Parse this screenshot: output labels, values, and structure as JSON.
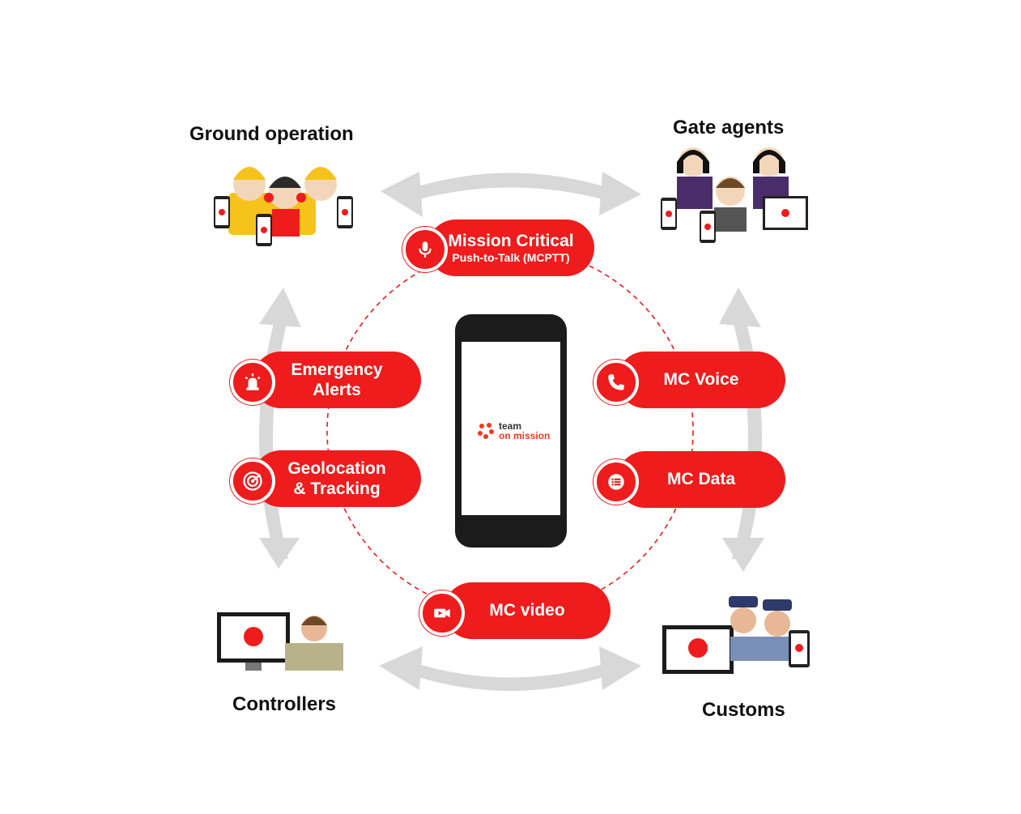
{
  "groups": {
    "ground": "Ground operation",
    "gate": "Gate agents",
    "controllers": "Controllers",
    "customs": "Customs"
  },
  "features": {
    "mcptt_line1": "Mission Critical",
    "mcptt_line2": "Push-to-Talk (MCPTT)",
    "emergency_line1": "Emergency",
    "emergency_line2": "Alerts",
    "geo_line1": "Geolocation",
    "geo_line2": "& Tracking",
    "voice": "MC Voice",
    "data": "MC Data",
    "video": "MC video"
  },
  "brand": {
    "line1": "team",
    "line2": "on mission"
  },
  "icons": [
    "microphone-icon",
    "siren-icon",
    "radar-icon",
    "phone-icon",
    "list-icon",
    "video-camera-icon",
    "brand-logo-icon"
  ],
  "colors": {
    "accent": "#ee1c1c",
    "arrow": "#d8d8d8",
    "text": "#111111"
  }
}
